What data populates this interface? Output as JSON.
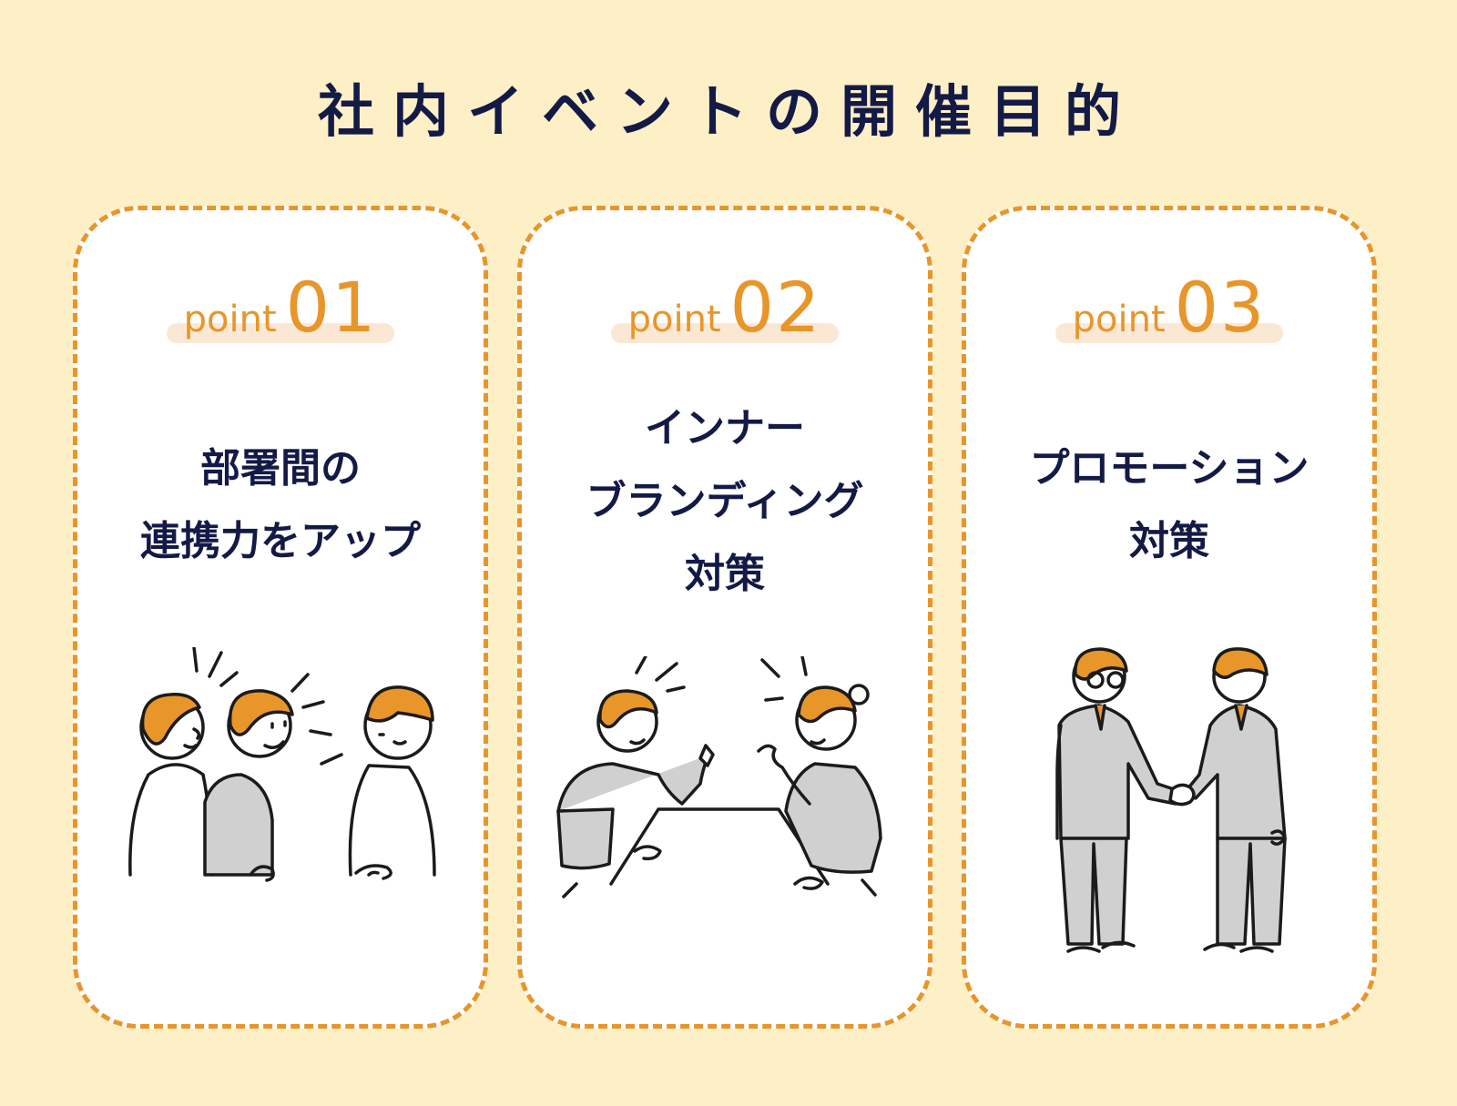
{
  "title": "社内イベントの開催目的",
  "colors": {
    "background": "#fdefc6",
    "accent": "#e8952a",
    "text": "#141a46",
    "suit": "#d0d0d0"
  },
  "points": [
    {
      "word": "point",
      "number": "01",
      "heading_lines": [
        "部署間の",
        "連携力をアップ"
      ],
      "illustration": "three-people-chatting-illustration"
    },
    {
      "word": "point",
      "number": "02",
      "heading_lines": [
        "インナー",
        "ブランディング",
        "対策"
      ],
      "illustration": "meeting-at-table-illustration"
    },
    {
      "word": "point",
      "number": "03",
      "heading_lines": [
        "プロモーション",
        "対策"
      ],
      "illustration": "handshake-illustration"
    }
  ]
}
